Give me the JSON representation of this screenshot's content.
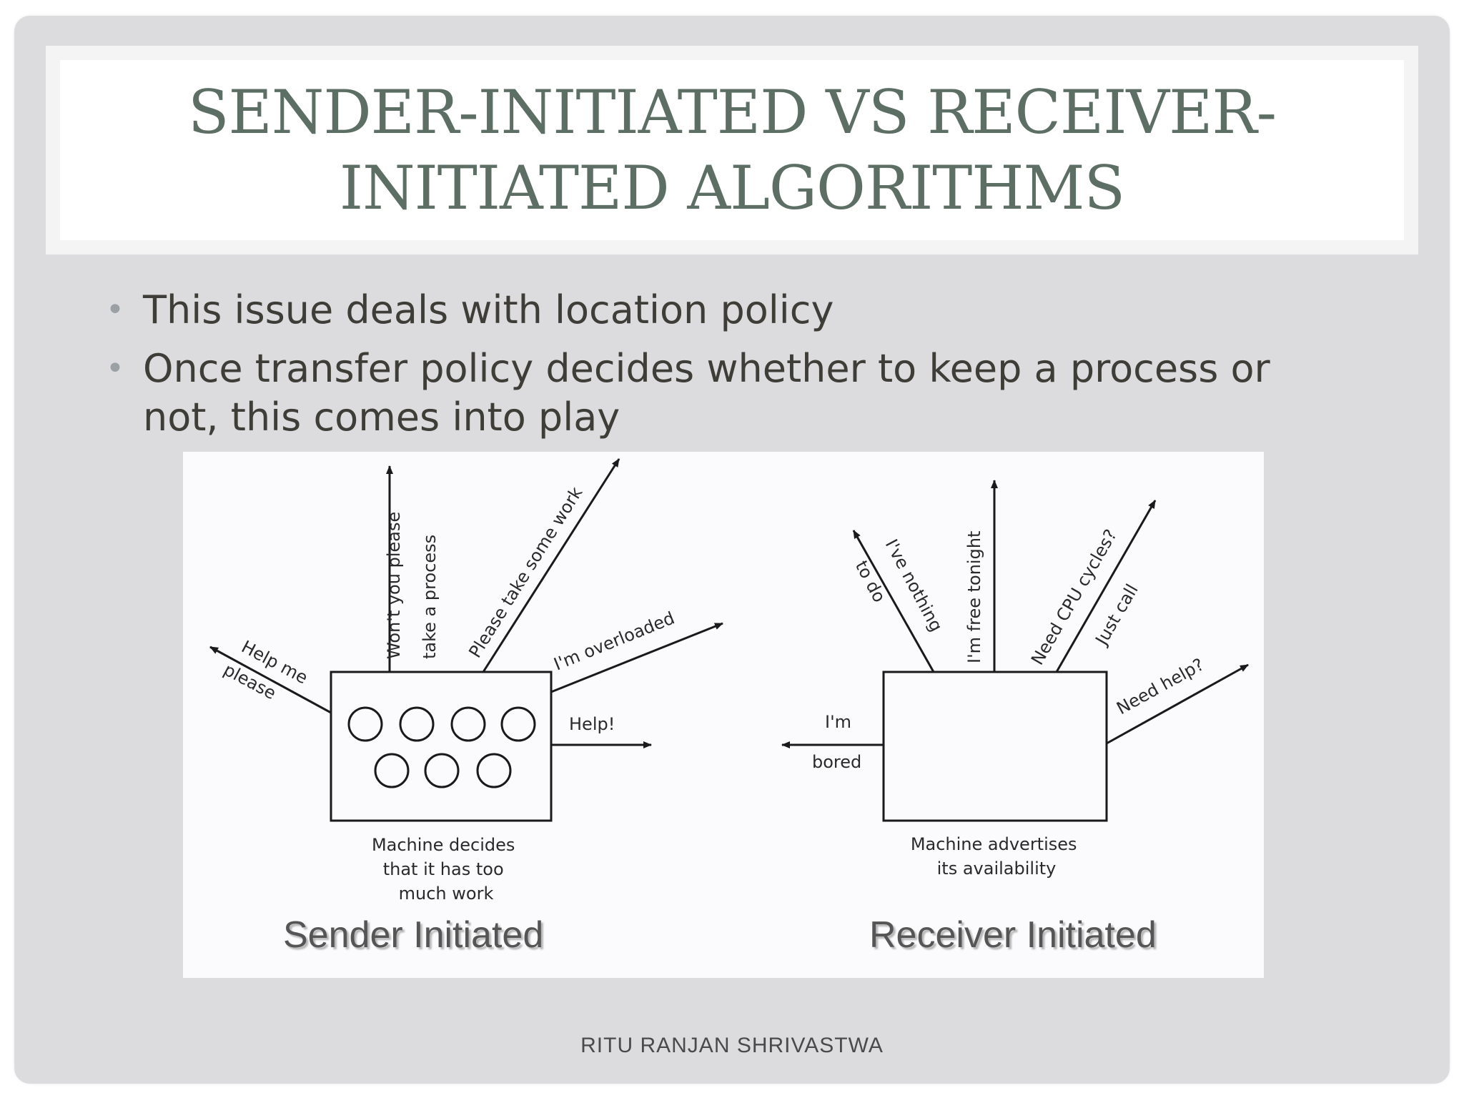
{
  "slide": {
    "title": "SENDER-INITIATED VS RECEIVER-INITIATED ALGORITHMS",
    "bullets": [
      "This issue deals with location policy",
      "Once transfer policy decides whether to keep a process or not, this comes into play"
    ],
    "footer": "RITU RANJAN SHRIVASTWA"
  },
  "diagram": {
    "sender": {
      "caption": "Sender Initiated",
      "description": [
        "Machine decides",
        "that it has too",
        "much work"
      ],
      "labels": {
        "help_me": "Help me",
        "please": "please",
        "wont_you_please": "Won't you please",
        "take_a_process": "take a process",
        "please_take_some_work": "Please take some work",
        "im_overloaded": "I'm overloaded",
        "help": "Help!"
      }
    },
    "receiver": {
      "caption": "Receiver Initiated",
      "description": [
        "Machine advertises",
        "its availability"
      ],
      "labels": {
        "ive_nothing": "I've nothing",
        "to_do": "to do",
        "im_free_tonight": "I'm free tonight",
        "need_cpu_cycles": "Need CPU cycles?",
        "just_call": "Just call",
        "need_help": "Need help?",
        "im": "I'm",
        "bored": "bored"
      }
    }
  }
}
